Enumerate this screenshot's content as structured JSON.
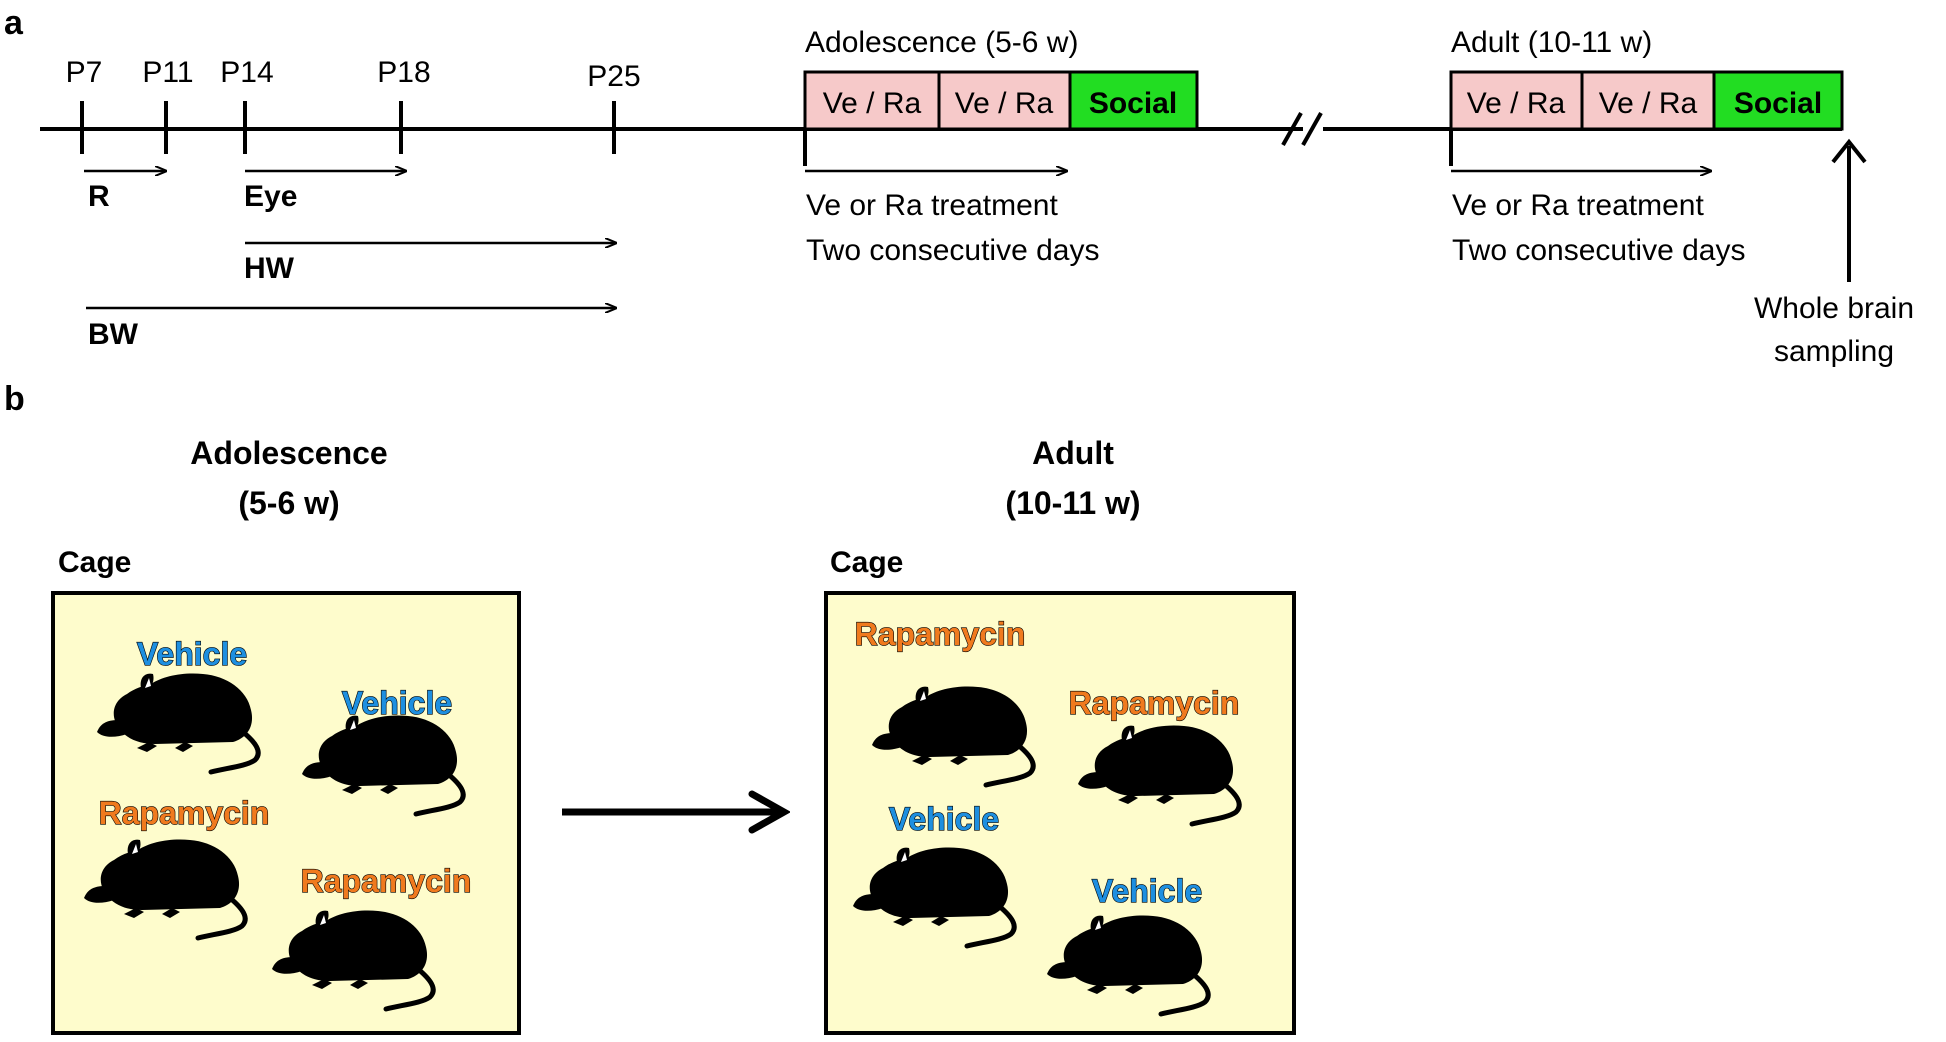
{
  "panel_a": {
    "label": "a",
    "ticks": [
      "P7",
      "P11",
      "P14",
      "P18",
      "P25"
    ],
    "ranges": {
      "r": "R",
      "eye": "Eye",
      "hw": "HW",
      "bw": "BW"
    },
    "adolescence": {
      "title": "Adolescence (5-6 w)",
      "block1": "Ve / Ra",
      "block2": "Ve / Ra",
      "social": "Social",
      "treatment_line1": "Ve or Ra treatment",
      "treatment_line2": "Two consecutive days"
    },
    "adult": {
      "title": "Adult (10-11 w)",
      "block1": "Ve / Ra",
      "block2": "Ve / Ra",
      "social": "Social",
      "treatment_line1": "Ve or Ra treatment",
      "treatment_line2": "Two consecutive days"
    },
    "sampling_line1": "Whole brain",
    "sampling_line2": "sampling"
  },
  "panel_b": {
    "label": "b",
    "left": {
      "title_line1": "Adolescence",
      "title_line2": "(5-6 w)",
      "cage_label": "Cage",
      "mice": [
        "Vehicle",
        "Vehicle",
        "Rapamycin",
        "Rapamycin"
      ]
    },
    "right": {
      "title_line1": "Adult",
      "title_line2": "(10-11 w)",
      "cage_label": "Cage",
      "mice": [
        "Rapamycin",
        "Rapamycin",
        "Vehicle",
        "Vehicle"
      ]
    }
  },
  "colors": {
    "vehicle": "#1e8fe0",
    "rapamycin": "#f07a1e",
    "treatment_block": "#f6c9c9",
    "social_block": "#22dd22",
    "cage_fill": "#fefccc"
  }
}
